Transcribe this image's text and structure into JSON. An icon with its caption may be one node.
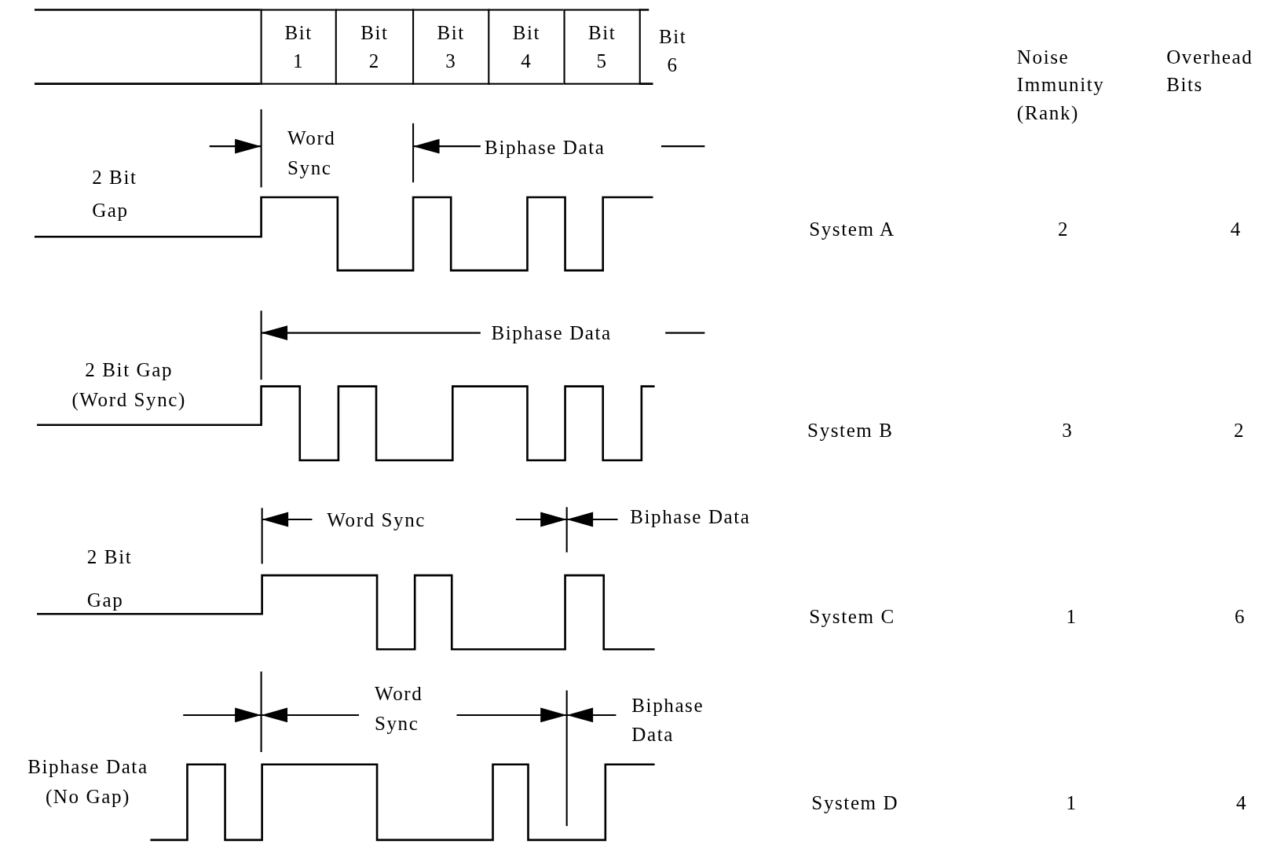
{
  "diagram": {
    "nodes": [
      {
        "text": [
          "Bit 1"
        ]
      },
      {
        "text": [
          "Bit 2"
        ]
      },
      {
        "text": [
          "Bit 3"
        ]
      },
      {
        "text": [
          "Bit 4"
        ]
      },
      {
        "text": [
          "Bit 5"
        ]
      }
    ],
    "labels": [
      "Bit 6",
      "Noise Immunity (Rank)",
      "Overhead Bits",
      "Word Sync",
      "Biphase Data",
      "2 Bit Gap",
      "System A",
      "2",
      "4",
      "Biphase Data",
      "2 Bit Gap (Word Sync)",
      "System B",
      "3",
      "2",
      "Word Sync",
      "Biphase Data",
      "2 Bit Gap",
      "System C",
      "1",
      "6",
      "Word Sync",
      "Biphase Data",
      "Biphase Data (No Gap)",
      "System D",
      "1",
      "4"
    ]
  }
}
